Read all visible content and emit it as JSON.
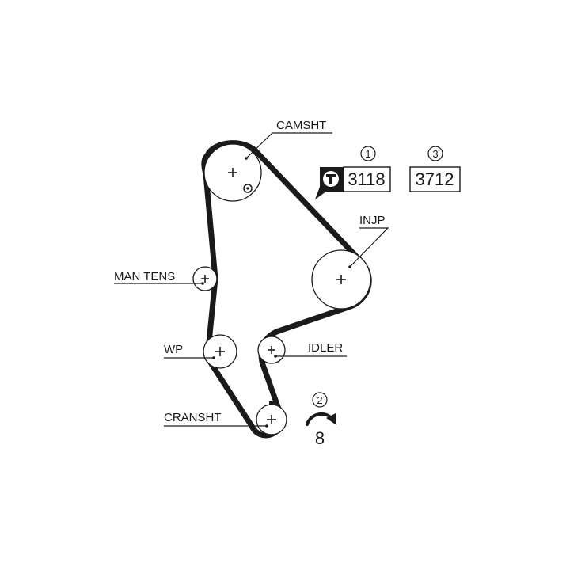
{
  "labels": {
    "camshaft": "CAMSHT",
    "injection_pump": "INJP",
    "manual_tensioner": "MAN TENS",
    "water_pump": "WP",
    "idler": "IDLER",
    "crankshaft": "CRANSHT"
  },
  "callouts": {
    "one": "1",
    "two": "2",
    "three": "3"
  },
  "tooth_counts": {
    "belt_teeth": "3118",
    "second_value": "3712",
    "rotation_value": "8"
  },
  "icons": {
    "belt_tag": "t-badge-icon",
    "rotation": "rotation-arrow-icon"
  },
  "colors": {
    "ink": "#1a1a1a",
    "background": "#ffffff"
  }
}
